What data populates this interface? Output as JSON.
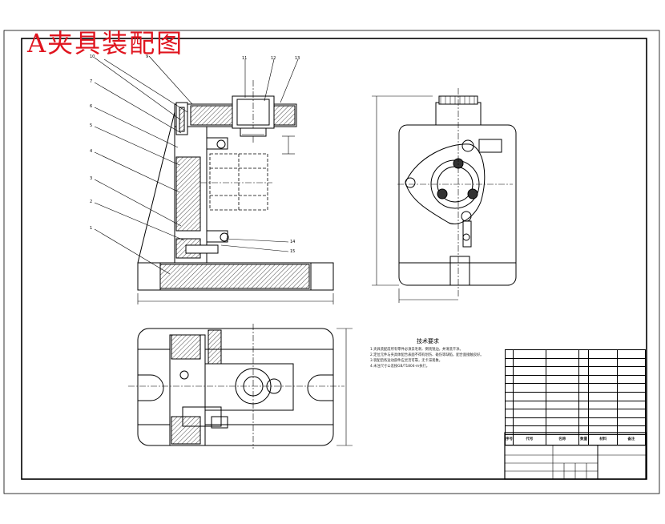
{
  "drawing": {
    "title": "A夹具装配图",
    "tech_requirements_title": "技术要求",
    "tech_requirements_text": "1.夹具装配前所有零件必须去毛刺、倒钝锐边，并清洗干净。\n2.定位元件与夹具体配合表面不得有划伤、碰伤等缺陷，配合面接触良好。\n3.装配后各运动部件应灵活可靠，无卡滞现象。\n4.未注尺寸公差按GB/T1804-m执行。"
  },
  "callouts": {
    "front_left": [
      "10",
      "9",
      "7",
      "6",
      "5",
      "4",
      "3",
      "2",
      "1"
    ],
    "front_top": [
      "11",
      "12",
      "13"
    ],
    "front_right": [
      "14",
      "15"
    ]
  },
  "bom": {
    "header": [
      "序号",
      "代号",
      "名称",
      "数量",
      "材料",
      "备注"
    ]
  },
  "colors": {
    "title": "#e0141e",
    "line": "#000000",
    "hatch": "#000000"
  }
}
